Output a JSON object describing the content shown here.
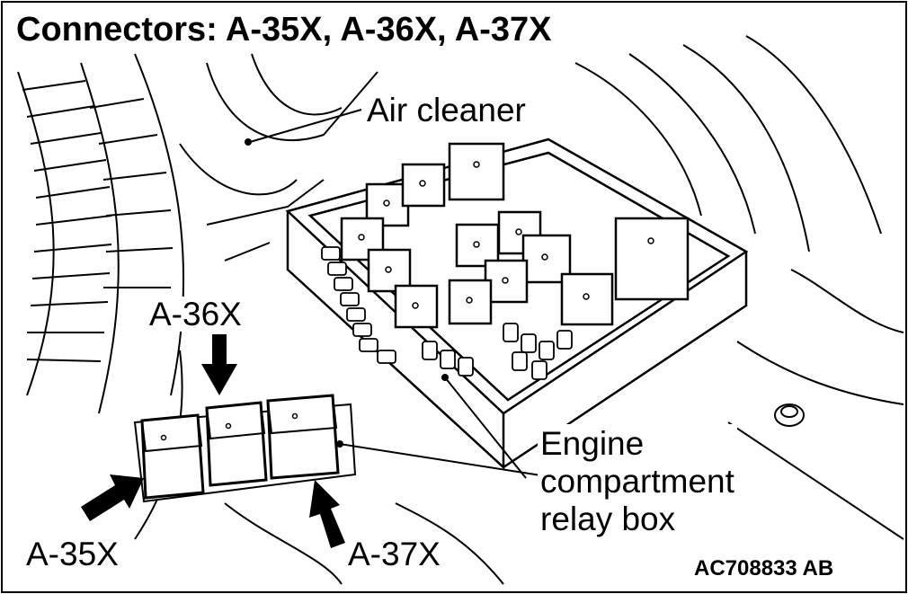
{
  "title": "Connectors: A-35X, A-36X, A-37X",
  "labels": {
    "air_cleaner": "Air cleaner",
    "a36x": "A-36X",
    "a35x": "A-35X",
    "a37x": "A-37X",
    "engine_box_line1": "Engine",
    "engine_box_line2": "compartment",
    "engine_box_line3": "relay box"
  },
  "figure_code": "AC708833 AB",
  "colors": {
    "ink": "#000000",
    "paper": "#ffffff"
  }
}
